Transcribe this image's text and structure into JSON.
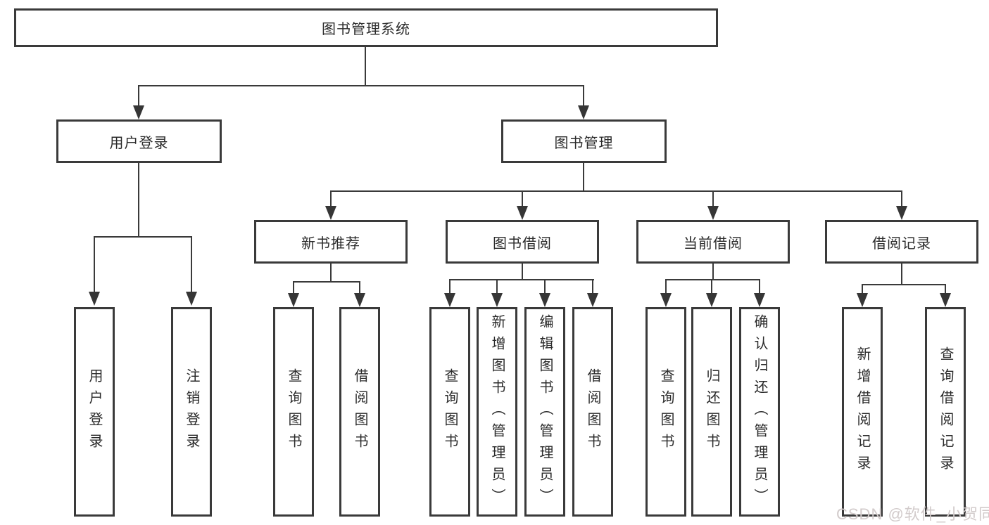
{
  "diagram_type": "function-structure-tree",
  "tree": {
    "label": "图书管理系统",
    "children": [
      {
        "label": "用户登录",
        "children": [
          {
            "label": "用户登录"
          },
          {
            "label": "注销登录"
          }
        ]
      },
      {
        "label": "图书管理",
        "children": [
          {
            "label": "新书推荐",
            "children": [
              {
                "label": "查询图书"
              },
              {
                "label": "借阅图书"
              }
            ]
          },
          {
            "label": "图书借阅",
            "children": [
              {
                "label": "查询图书"
              },
              {
                "label": "新增图书（管理员）"
              },
              {
                "label": "编辑图书（管理员）"
              },
              {
                "label": "借阅图书"
              }
            ]
          },
          {
            "label": "当前借阅",
            "children": [
              {
                "label": "查询图书"
              },
              {
                "label": "归还图书"
              },
              {
                "label": "确认归还（管理员）"
              }
            ]
          },
          {
            "label": "借阅记录",
            "children": [
              {
                "label": "新增借阅记录"
              },
              {
                "label": "查询借阅记录"
              }
            ]
          }
        ]
      }
    ]
  },
  "watermark": {
    "text": "CSDN @软件_小贺同学"
  },
  "colors": {
    "line": "#3a3a3a",
    "box_border": "#3a3a3a",
    "text": "#2b2b2b",
    "background": "#ffffff",
    "watermark": "#d2cbcb"
  }
}
